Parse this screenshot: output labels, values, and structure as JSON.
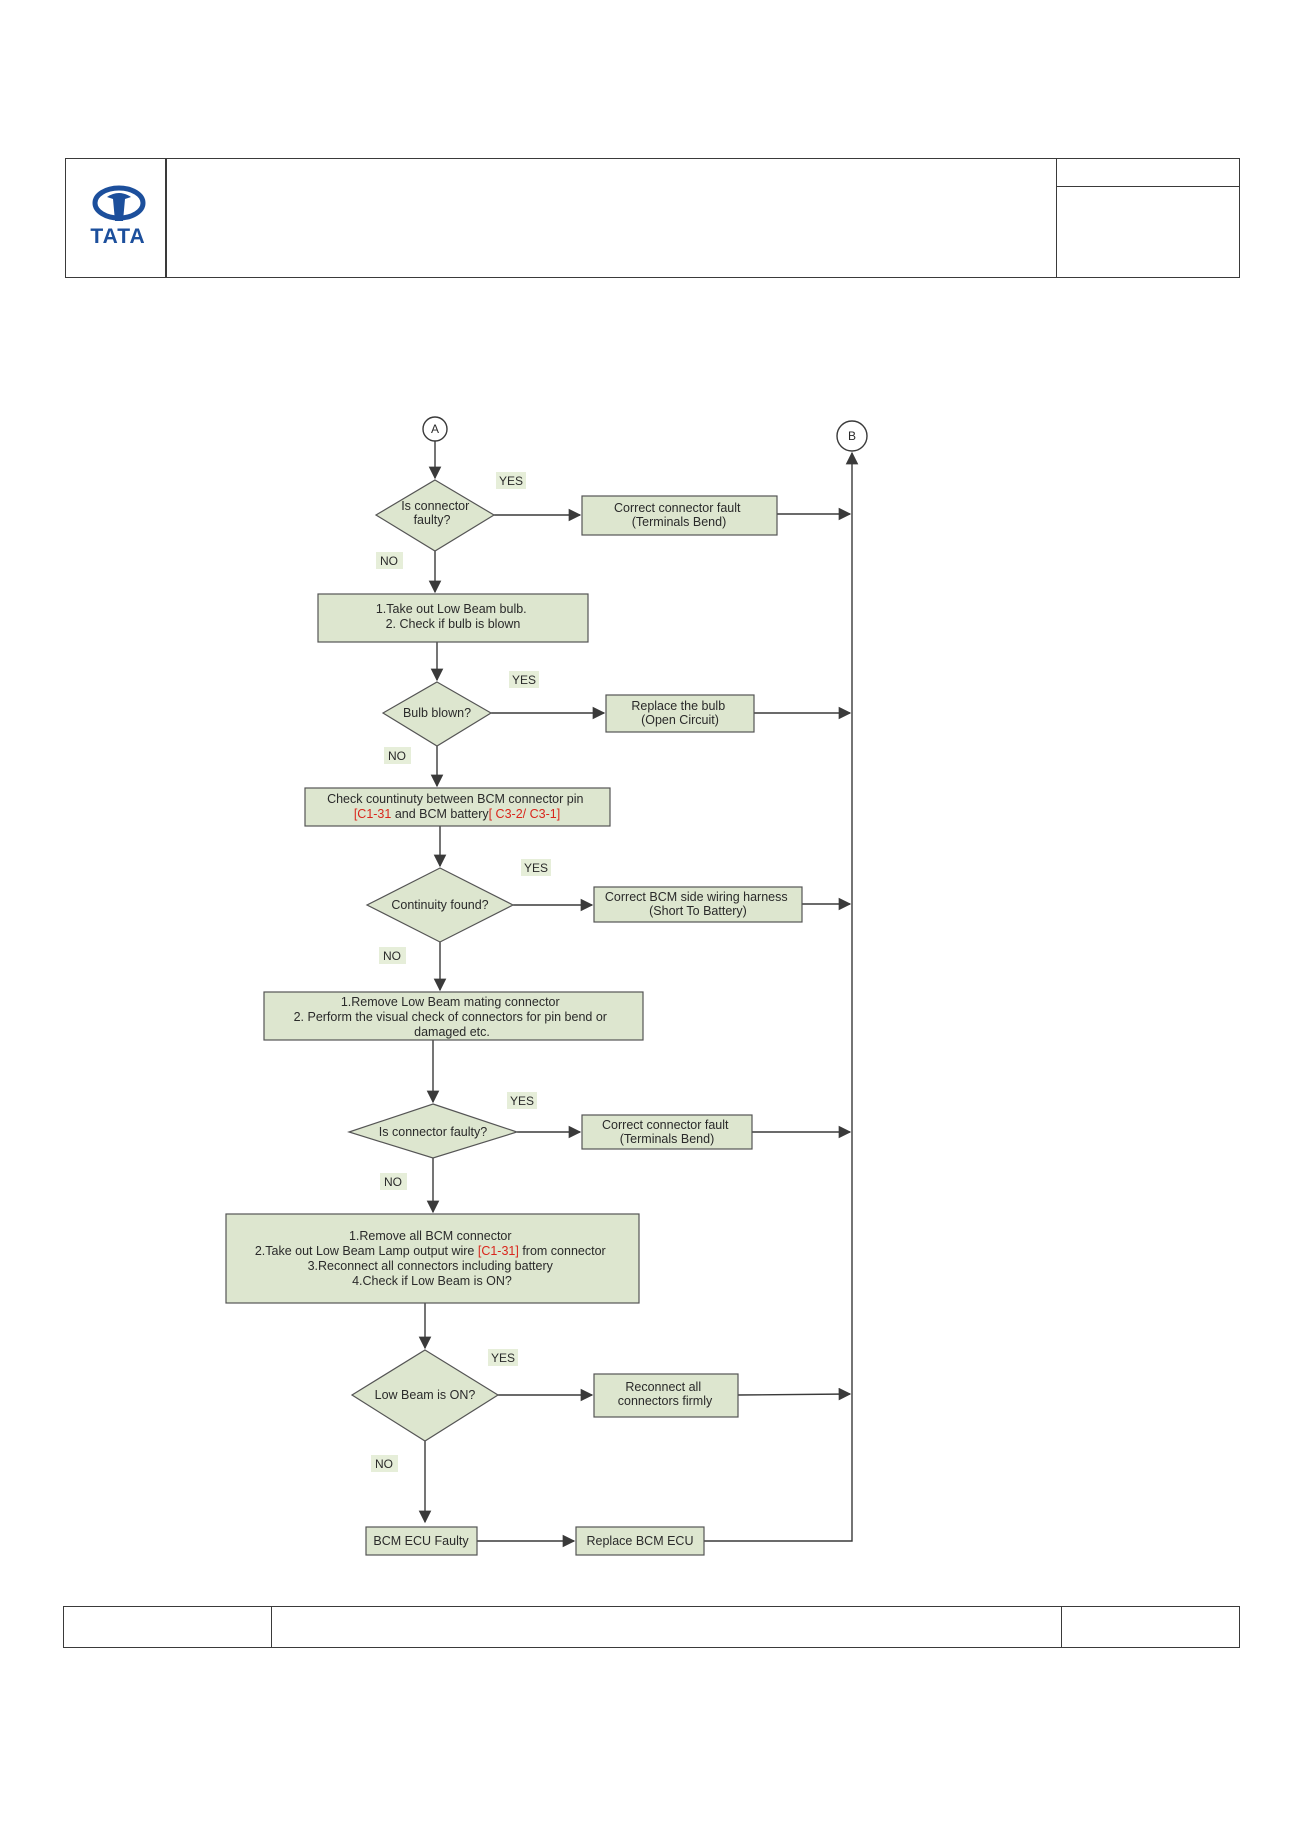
{
  "header": {
    "logo_text": "TATA",
    "title": "",
    "doc_number": "",
    "revision": ""
  },
  "footer": {
    "left": "",
    "center": "",
    "right": ""
  },
  "flowchart": {
    "connector_start": "A",
    "connector_end": "B",
    "yes_label": "YES",
    "no_label": "NO",
    "nodes": {
      "decision_connector_1": [
        "Is connector",
        "faulty?"
      ],
      "action_correct_connector_1": [
        "Correct connector fault",
        "(Terminals Bend)"
      ],
      "step_bulb_check": [
        "1.Take out Low Beam bulb.",
        "2. Check if bulb is blown"
      ],
      "decision_bulb": [
        "Bulb blown?"
      ],
      "action_replace_bulb": [
        "Replace the bulb",
        "(Open Circuit)"
      ],
      "step_continuity_line1": "Check countinuty between BCM connector pin",
      "step_continuity_ref1": "[C1-31",
      "step_continuity_mid": " and BCM battery",
      "step_continuity_ref2": "[ C3-2/ C3-1]",
      "decision_continuity": [
        "Continuity found?"
      ],
      "action_bcm_harness": [
        "Correct BCM side wiring harness",
        "(Short To Battery)"
      ],
      "step_mating_connector": [
        "1.Remove Low Beam  mating connector",
        "2. Perform the visual check of connectors for pin bend or",
        "damaged etc."
      ],
      "decision_connector_2": [
        "Is connector faulty?"
      ],
      "action_correct_connector_2": [
        "Correct connector fault",
        "(Terminals Bend)"
      ],
      "step_bcm_line1": "1.Remove all BCM connector",
      "step_bcm_line2a": "2.Take out Low Beam Lamp  output wire ",
      "step_bcm_line2ref": "[C1-31]",
      "step_bcm_line2b": " from connector",
      "step_bcm_line3": "3.Reconnect all connectors including battery",
      "step_bcm_line4": "4.Check if Low Beam  is ON?",
      "decision_low_beam": [
        "Low Beam is ON?"
      ],
      "action_reconnect": [
        "Reconnect all",
        "connectors firmly"
      ],
      "result_bcm_faulty": [
        "BCM ECU Faulty"
      ],
      "action_replace_bcm": [
        "Replace BCM  ECU"
      ]
    }
  },
  "colors": {
    "node_fill": "#dde6cf",
    "node_stroke": "#555555",
    "label_highlight": "#e6eed9",
    "reference_red": "#d9261c",
    "logo_blue": "#1c4f9c"
  }
}
